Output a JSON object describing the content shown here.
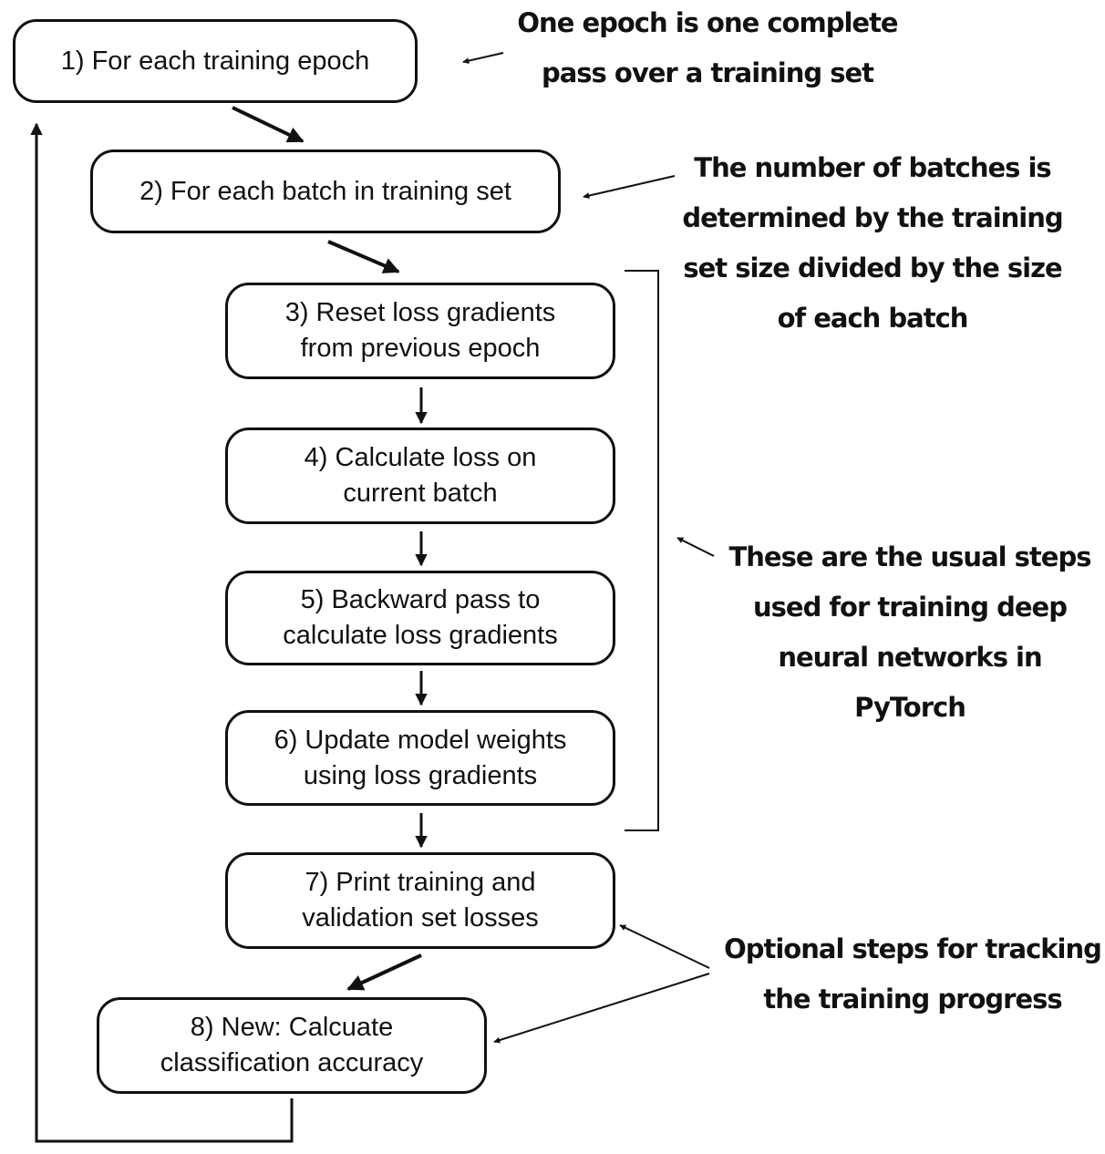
{
  "steps": [
    {
      "id": "step-1",
      "lines": [
        "1) For each training epoch"
      ]
    },
    {
      "id": "step-2",
      "lines": [
        "2) For each batch in training set"
      ]
    },
    {
      "id": "step-3",
      "lines": [
        "3) Reset loss gradients",
        "from previous epoch"
      ]
    },
    {
      "id": "step-4",
      "lines": [
        "4) Calculate loss on",
        "current batch"
      ]
    },
    {
      "id": "step-5",
      "lines": [
        "5) Backward pass to",
        "calculate loss gradients"
      ]
    },
    {
      "id": "step-6",
      "lines": [
        "6) Update model weights",
        "using loss gradients"
      ]
    },
    {
      "id": "step-7",
      "lines": [
        "7) Print training and",
        "validation set losses"
      ]
    },
    {
      "id": "step-8",
      "lines": [
        "8) New: Calcuate",
        "classification accuracy"
      ]
    }
  ],
  "annotations": {
    "epoch": [
      "One epoch is one complete",
      "pass over a training set"
    ],
    "batches": [
      "The number of batches is",
      "determined by the training",
      "set size divided by the size",
      "of each batch"
    ],
    "usual_steps": [
      "These are the usual steps",
      "used for training deep",
      "neural networks in",
      "PyTorch"
    ],
    "optional": [
      "Optional steps for tracking",
      "the training progress"
    ]
  },
  "colors": {
    "ink": "#111111",
    "background": "#ffffff"
  }
}
